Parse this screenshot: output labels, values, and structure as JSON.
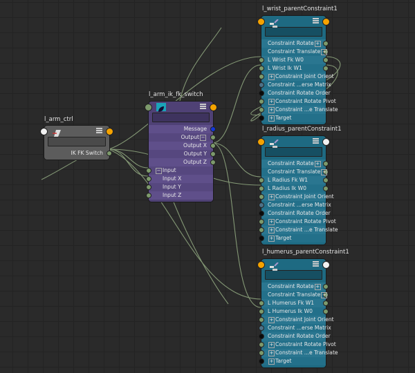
{
  "colors": {
    "wire": "#8ea57e",
    "port": "#7d9a6c",
    "orange": "#f5a300",
    "white": "#f2f2f2",
    "black": "#0a0a0a",
    "blue": "#1237d8",
    "slate": "#4d7288"
  },
  "nodes": [
    {
      "id": "l-arm-ctrl",
      "title": "l_arm_ctrl",
      "theme": "grey",
      "icon": "transform-icon",
      "left_port": "white",
      "right_port": "orange",
      "rows": [
        {
          "label": "IK FK Switch",
          "align": "r",
          "r": "port"
        }
      ]
    },
    {
      "id": "l-arm-ik-fk-switch",
      "title": "l_arm_ik_fk_switch",
      "theme": "purple",
      "icon": "utility-node-icon",
      "left_port": "port",
      "right_port": "orange",
      "rows": [
        {
          "label": "Message",
          "align": "r",
          "r": "blue"
        },
        {
          "label": "Output",
          "align": "r",
          "r": "port",
          "exp": "−"
        },
        {
          "label": "Output X",
          "align": "r",
          "r": "port"
        },
        {
          "label": "Output Y",
          "align": "r",
          "r": "port"
        },
        {
          "label": "Output Z",
          "align": "r",
          "r": "port"
        },
        {
          "label": "Input",
          "align": "l",
          "l": "port",
          "exp": "−"
        },
        {
          "label": "Input X",
          "align": "l",
          "l": "port",
          "indent": true
        },
        {
          "label": "Input Y",
          "align": "l",
          "l": "port",
          "indent": true
        },
        {
          "label": "Input Z",
          "align": "l",
          "l": "port",
          "indent": true
        }
      ]
    },
    {
      "id": "l-wrist-parentconstraint1",
      "title": "l_wrist_parentConstraint1",
      "theme": "teal",
      "icon": "constraint-icon",
      "left_port": "orange",
      "right_port": "orange",
      "rows": [
        {
          "label": "Constraint Rotate",
          "align": "r",
          "r": "port",
          "exp": "+"
        },
        {
          "label": "Constraint Translate",
          "align": "r",
          "r": "port",
          "exp": "+"
        },
        {
          "label": "L Wrist Fk W0",
          "align": "l",
          "l": "port",
          "r": "port"
        },
        {
          "label": "L Wrist Ik W1",
          "align": "l",
          "l": "port",
          "r": "port"
        },
        {
          "label": "Constraint Joint Orient",
          "align": "l",
          "l": "port",
          "exp": "+"
        },
        {
          "label": "Constraint ...erse Matrix",
          "align": "l",
          "l": "slate"
        },
        {
          "label": "Constraint Rotate Order",
          "align": "l",
          "l": "black"
        },
        {
          "label": "Constraint Rotate Pivot",
          "align": "l",
          "l": "port",
          "exp": "+"
        },
        {
          "label": "Constraint ...e Translate",
          "align": "l",
          "l": "port",
          "exp": "+"
        },
        {
          "label": "Target",
          "align": "l",
          "l": "black",
          "exp": "+"
        }
      ]
    },
    {
      "id": "l-radius-parentconstraint1",
      "title": "l_radius_parentConstraint1",
      "theme": "teal",
      "icon": "constraint-icon",
      "left_port": "orange",
      "right_port": "white",
      "rows": [
        {
          "label": "Constraint Rotate",
          "align": "r",
          "r": "port",
          "exp": "+"
        },
        {
          "label": "Constraint Translate",
          "align": "r",
          "r": "port",
          "exp": "+"
        },
        {
          "label": "L Radius Fk W1",
          "align": "l",
          "l": "port",
          "r": "port"
        },
        {
          "label": "L Radius Ik W0",
          "align": "l",
          "l": "port",
          "r": "port"
        },
        {
          "label": "Constraint Joint Orient",
          "align": "l",
          "l": "port",
          "exp": "+"
        },
        {
          "label": "Constraint ...erse Matrix",
          "align": "l",
          "l": "slate"
        },
        {
          "label": "Constraint Rotate Order",
          "align": "l",
          "l": "black"
        },
        {
          "label": "Constraint Rotate Pivot",
          "align": "l",
          "l": "port",
          "exp": "+"
        },
        {
          "label": "Constraint ...e Translate",
          "align": "l",
          "l": "port",
          "exp": "+"
        },
        {
          "label": "Target",
          "align": "l",
          "l": "black",
          "exp": "+"
        }
      ]
    },
    {
      "id": "l-humerus-parentconstraint1",
      "title": "l_humerus_parentConstraint1",
      "theme": "teal",
      "icon": "constraint-icon",
      "left_port": "orange",
      "right_port": "white",
      "rows": [
        {
          "label": "Constraint Rotate",
          "align": "r",
          "r": "port",
          "exp": "+"
        },
        {
          "label": "Constraint Translate",
          "align": "r",
          "r": "port",
          "exp": "+"
        },
        {
          "label": "L Humerus Fk W1",
          "align": "l",
          "l": "port",
          "r": "port"
        },
        {
          "label": "L Humerus Ik W0",
          "align": "l",
          "l": "port",
          "r": "port"
        },
        {
          "label": "Constraint Joint Orient",
          "align": "l",
          "l": "port",
          "exp": "+"
        },
        {
          "label": "Constraint ...erse Matrix",
          "align": "l",
          "l": "slate"
        },
        {
          "label": "Constraint Rotate Order",
          "align": "l",
          "l": "black"
        },
        {
          "label": "Constraint Rotate Pivot",
          "align": "l",
          "l": "port",
          "exp": "+"
        },
        {
          "label": "Constraint ...e Translate",
          "align": "l",
          "l": "port",
          "exp": "+"
        },
        {
          "label": "Target",
          "align": "l",
          "l": "black",
          "exp": "+"
        }
      ]
    }
  ]
}
